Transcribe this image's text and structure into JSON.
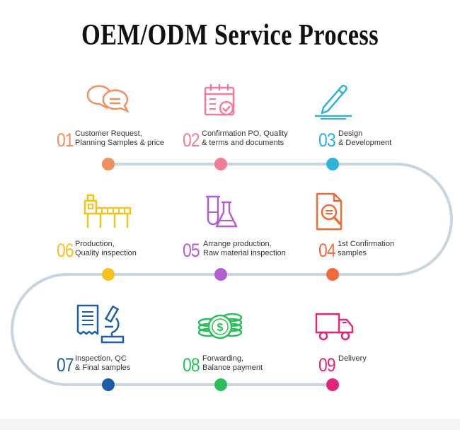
{
  "title": "OEM/ODM Service Process",
  "steps": [
    {
      "num": "01",
      "label": "Customer Request,\nPlanning Samples & price",
      "color": "#f0905e",
      "icon": "chat-bubbles-icon"
    },
    {
      "num": "02",
      "label": "Confirmation PO, Quality\n& terms and documents",
      "color": "#ef7d98",
      "icon": "calendar-check-icon"
    },
    {
      "num": "03",
      "label": "Design\n& Development",
      "color": "#2fb1d8",
      "icon": "pen-design-icon"
    },
    {
      "num": "04",
      "label": "1st Confirmation\nsamples",
      "color": "#f16a3a",
      "icon": "document-search-icon"
    },
    {
      "num": "05",
      "label": "Arrange production,\nRaw material inspection",
      "color": "#b05fd0",
      "icon": "lab-flasks-icon"
    },
    {
      "num": "06",
      "label": "Production,\nQuality inspection",
      "color": "#f4c21c",
      "icon": "production-line-icon"
    },
    {
      "num": "07",
      "label": "Inspection, QC\n& Final samples",
      "color": "#1d5fa6",
      "icon": "microscope-report-icon"
    },
    {
      "num": "08",
      "label": "Forwarding,\nBalance payment",
      "color": "#2bbf5c",
      "icon": "money-coins-icon"
    },
    {
      "num": "09",
      "label": "Delivery",
      "color": "#e3257a",
      "icon": "delivery-truck-icon"
    }
  ],
  "path_color": "#c6d5df"
}
